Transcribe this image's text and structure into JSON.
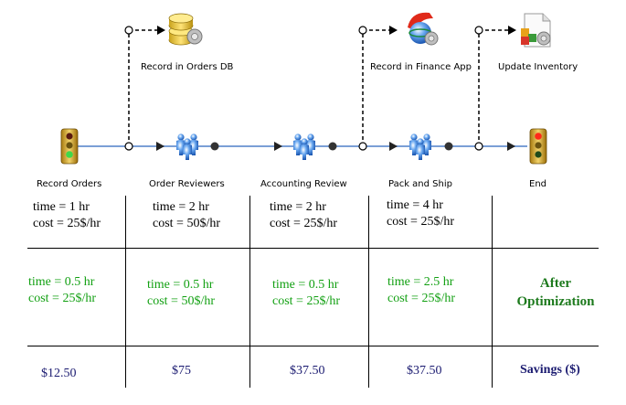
{
  "nodes": {
    "record_orders": "Record Orders",
    "order_reviewers": "Order Reviewers",
    "accounting_review": "Accounting Review",
    "pack_and_ship": "Pack and Ship",
    "end": "End"
  },
  "side_tasks": {
    "orders_db": "Record in Orders DB",
    "finance_app": "Record in Finance App",
    "update_inventory": "Update Inventory"
  },
  "before": [
    {
      "time": "time = 1 hr",
      "cost": "cost = 25$/hr"
    },
    {
      "time": "time = 2 hr",
      "cost": "cost = 50$/hr"
    },
    {
      "time": "time = 2 hr",
      "cost": "cost = 25$/hr"
    },
    {
      "time": "time = 4 hr",
      "cost": "cost = 25$/hr"
    }
  ],
  "after": [
    {
      "time": "time = 0.5 hr",
      "cost": "cost = 25$/hr"
    },
    {
      "time": "time = 0.5 hr",
      "cost": "cost = 50$/hr"
    },
    {
      "time": "time = 0.5 hr",
      "cost": "cost = 25$/hr"
    },
    {
      "time": "time = 2.5 hr",
      "cost": "cost = 25$/hr"
    }
  ],
  "after_label_line1": "After",
  "after_label_line2": "Optimization",
  "savings": [
    "$12.50",
    "$75",
    "$37.50",
    "$37.50"
  ],
  "savings_label": "Savings ($)",
  "colors": {
    "flow_line": "#7a9fd6",
    "green_text": "#12a012",
    "navy_text": "#1a1a70"
  }
}
